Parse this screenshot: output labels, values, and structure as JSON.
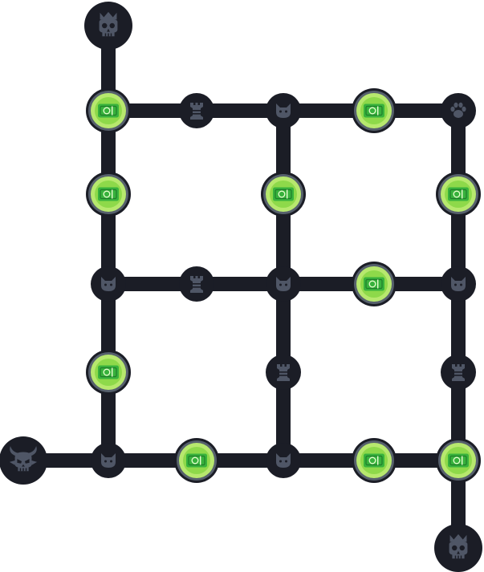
{
  "map": {
    "colors": {
      "path": "#1b1d26",
      "node_dark": "#1b1d26",
      "icon_gray": "#4f5666",
      "coin_ring": "#56606c",
      "coin_fill": "#b7e86e",
      "coin_inner": "#8ed94a",
      "coin_bill": "#38b23d",
      "coin_bill_dark": "#1f7e2a"
    },
    "nodes": [
      {
        "id": "n1",
        "type": "skull-crown",
        "large": true,
        "col": 1,
        "row": 0
      },
      {
        "id": "n2",
        "type": "coin",
        "col": 1,
        "row": 1
      },
      {
        "id": "n3",
        "type": "rook",
        "col": 2,
        "row": 1
      },
      {
        "id": "n4",
        "type": "cat",
        "col": 3,
        "row": 1
      },
      {
        "id": "n5",
        "type": "coin",
        "col": 4,
        "row": 1
      },
      {
        "id": "n6",
        "type": "paw",
        "col": 5,
        "row": 1
      },
      {
        "id": "n7",
        "type": "coin",
        "col": 1,
        "row": 2
      },
      {
        "id": "n8",
        "type": "coin",
        "col": 3,
        "row": 2
      },
      {
        "id": "n9",
        "type": "coin",
        "col": 5,
        "row": 2
      },
      {
        "id": "n10",
        "type": "cat",
        "col": 1,
        "row": 3
      },
      {
        "id": "n11",
        "type": "rook",
        "col": 2,
        "row": 3
      },
      {
        "id": "n12",
        "type": "cat",
        "col": 3,
        "row": 3
      },
      {
        "id": "n13",
        "type": "coin",
        "col": 4,
        "row": 3
      },
      {
        "id": "n14",
        "type": "cat",
        "col": 5,
        "row": 3
      },
      {
        "id": "n15",
        "type": "coin",
        "col": 1,
        "row": 4
      },
      {
        "id": "n16",
        "type": "rook",
        "col": 3,
        "row": 4
      },
      {
        "id": "n17",
        "type": "rook",
        "col": 5,
        "row": 4
      },
      {
        "id": "n18",
        "type": "horned-skull",
        "large": true,
        "col": 0,
        "row": 5
      },
      {
        "id": "n19",
        "type": "cat",
        "col": 1,
        "row": 5
      },
      {
        "id": "n20",
        "type": "coin",
        "col": 2,
        "row": 5
      },
      {
        "id": "n21",
        "type": "cat",
        "col": 3,
        "row": 5
      },
      {
        "id": "n22",
        "type": "coin",
        "col": 4,
        "row": 5
      },
      {
        "id": "n23",
        "type": "coin",
        "col": 5,
        "row": 5
      },
      {
        "id": "n24",
        "type": "skull-crown",
        "large": true,
        "col": 5,
        "row": 6
      }
    ],
    "edges": [
      [
        "n1",
        "n2"
      ],
      [
        "n2",
        "n3"
      ],
      [
        "n3",
        "n4"
      ],
      [
        "n4",
        "n5"
      ],
      [
        "n5",
        "n6"
      ],
      [
        "n2",
        "n7"
      ],
      [
        "n7",
        "n10"
      ],
      [
        "n10",
        "n15"
      ],
      [
        "n15",
        "n19"
      ],
      [
        "n4",
        "n8"
      ],
      [
        "n8",
        "n12"
      ],
      [
        "n12",
        "n16"
      ],
      [
        "n16",
        "n21"
      ],
      [
        "n6",
        "n9"
      ],
      [
        "n9",
        "n14"
      ],
      [
        "n14",
        "n17"
      ],
      [
        "n17",
        "n23"
      ],
      [
        "n23",
        "n24"
      ],
      [
        "n10",
        "n11"
      ],
      [
        "n11",
        "n12"
      ],
      [
        "n12",
        "n13"
      ],
      [
        "n13",
        "n14"
      ],
      [
        "n18",
        "n19"
      ],
      [
        "n19",
        "n20"
      ],
      [
        "n20",
        "n21"
      ],
      [
        "n21",
        "n22"
      ],
      [
        "n22",
        "n23"
      ]
    ]
  }
}
